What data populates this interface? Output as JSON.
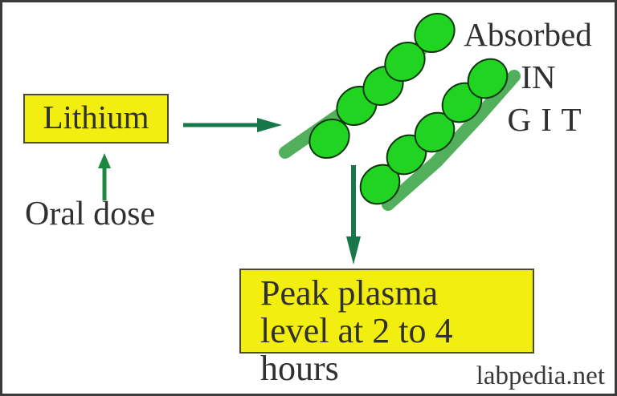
{
  "diagram": {
    "lithium_label": "Lithium",
    "oral_dose_label": "Oral dose",
    "absorbed_line1": "Absorbed",
    "absorbed_line2": "IN",
    "absorbed_line3": "G I T",
    "peak_line1": "Peak plasma",
    "peak_line2": "level at 2 to 4 hours",
    "watermark": "labpedia.net"
  },
  "colors": {
    "background": "#ffffff",
    "frame_border": "#3a3a3a",
    "node_fill": "#f2ee10",
    "node_border": "#4a4a30",
    "text": "#303030",
    "arrow": "#17774a",
    "arrow_up": "#1c8a3e",
    "pea_fill": "#22d422",
    "pea_outline": "#0c360c",
    "pod_band": "#52b05c"
  }
}
